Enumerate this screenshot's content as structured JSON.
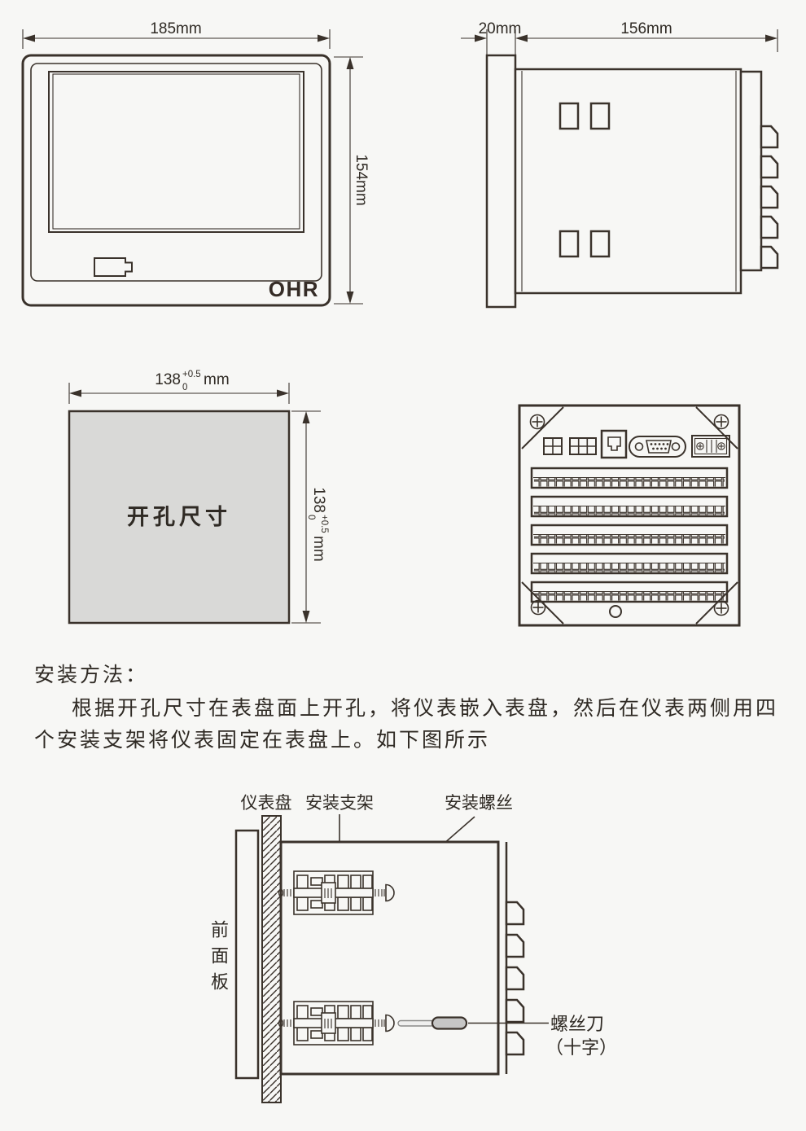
{
  "front_view": {
    "width_dim": "185mm",
    "height_dim": "154mm",
    "logo": "OHR"
  },
  "side_view": {
    "bezel_dim": "20mm",
    "depth_dim": "156mm"
  },
  "cutout_view": {
    "label": "开孔尺寸",
    "dim_value": "138",
    "tol_upper": "+0.5",
    "tol_lower": "0",
    "unit": "mm"
  },
  "instructions": {
    "heading": "安装方法：",
    "line1": "根据开孔尺寸在表盘面上开孔，将仪表嵌入表盘，然后在仪表两侧用四",
    "line2": "个安装支架将仪表固定在表盘上。如下图所示"
  },
  "install_diagram": {
    "panel_label": "仪表盘",
    "bracket_label": "安装支架",
    "screw_label": "安装螺丝",
    "front_panel_label": "前面板",
    "screwdriver_label": "螺丝刀",
    "screwdriver_type_label": "（十字）"
  },
  "colors": {
    "ink": "#3a322b",
    "background": "#f7f7f5",
    "cutout_fill": "#d9d9d7",
    "screwdriver_handle_fill": "#c6c6c5"
  }
}
